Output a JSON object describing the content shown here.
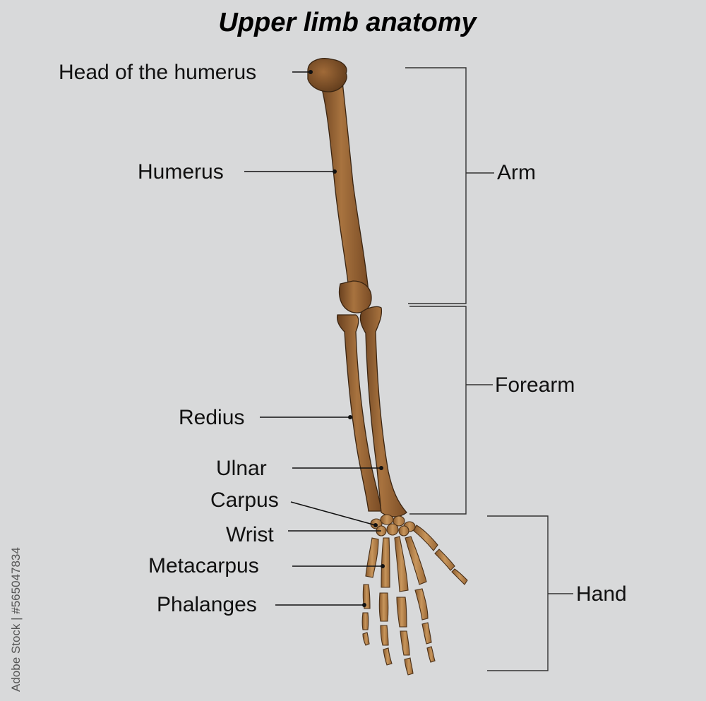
{
  "title": "Upper limb anatomy",
  "labels": {
    "head_of_humerus": "Head of the humerus",
    "humerus": "Humerus",
    "radius": "Redius",
    "ulnar": "Ulnar",
    "carpus": "Carpus",
    "wrist": "Wrist",
    "metacarpus": "Metacarpus",
    "phalanges": "Phalanges"
  },
  "regions": {
    "arm": "Arm",
    "forearm": "Forearm",
    "hand": "Hand"
  },
  "watermark_id": "565047834",
  "watermark_text": "Adobe Stock | #565047834",
  "colors": {
    "background": "#d8d9da",
    "bone_light": "#a8733f",
    "bone_dark": "#6b4220",
    "hand_light": "#c8965c",
    "hand_dark": "#8a5a2c",
    "line": "#111111"
  }
}
